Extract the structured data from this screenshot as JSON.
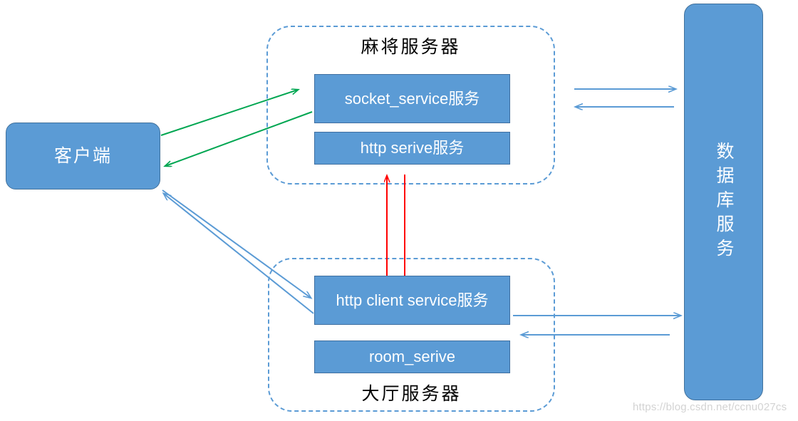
{
  "diagram": {
    "title_text": "",
    "colors": {
      "node_fill": "#5B9BD5",
      "node_stroke": "#41719C",
      "group_dash": "#5B9BD5",
      "arrow_blue": "#5B9BD5",
      "arrow_green": "#00A651",
      "arrow_red": "#FF0000",
      "watermark": "#D3D3D3",
      "background": "#FFFFFF"
    }
  },
  "nodes": {
    "client": {
      "label": "客户端"
    },
    "database": {
      "label": "数据库服务"
    },
    "mahjong_group": {
      "title": "麻将服务器",
      "services": [
        {
          "label": "socket_service服务"
        },
        {
          "label": "http serive服务"
        }
      ]
    },
    "lobby_group": {
      "title": "大厅服务器",
      "services": [
        {
          "label": "http client service服务"
        },
        {
          "label": "room_serive"
        }
      ]
    }
  },
  "connections": [
    {
      "name": "client-to-socket-service",
      "color": "#00A651",
      "style": "solid",
      "direction": "up-right"
    },
    {
      "name": "socket-service-to-client",
      "color": "#00A651",
      "style": "solid",
      "direction": "down-left"
    },
    {
      "name": "client-to-http-client-service",
      "color": "#5B9BD5",
      "style": "solid",
      "direction": "down-right"
    },
    {
      "name": "http-client-service-to-client",
      "color": "#5B9BD5",
      "style": "solid",
      "direction": "up-left"
    },
    {
      "name": "mahjong-to-database",
      "color": "#5B9BD5",
      "style": "solid",
      "direction": "right"
    },
    {
      "name": "database-to-mahjong",
      "color": "#5B9BD5",
      "style": "solid",
      "direction": "left"
    },
    {
      "name": "lobby-to-database",
      "color": "#5B9BD5",
      "style": "solid",
      "direction": "right"
    },
    {
      "name": "database-to-lobby",
      "color": "#5B9BD5",
      "style": "solid",
      "direction": "left"
    },
    {
      "name": "lobby-to-mahjong",
      "color": "#FF0000",
      "style": "solid",
      "direction": "up"
    },
    {
      "name": "mahjong-to-lobby",
      "color": "#FF0000",
      "style": "solid",
      "direction": "down"
    }
  ],
  "watermark": {
    "text": "https://blog.csdn.net/ccnu027cs"
  }
}
